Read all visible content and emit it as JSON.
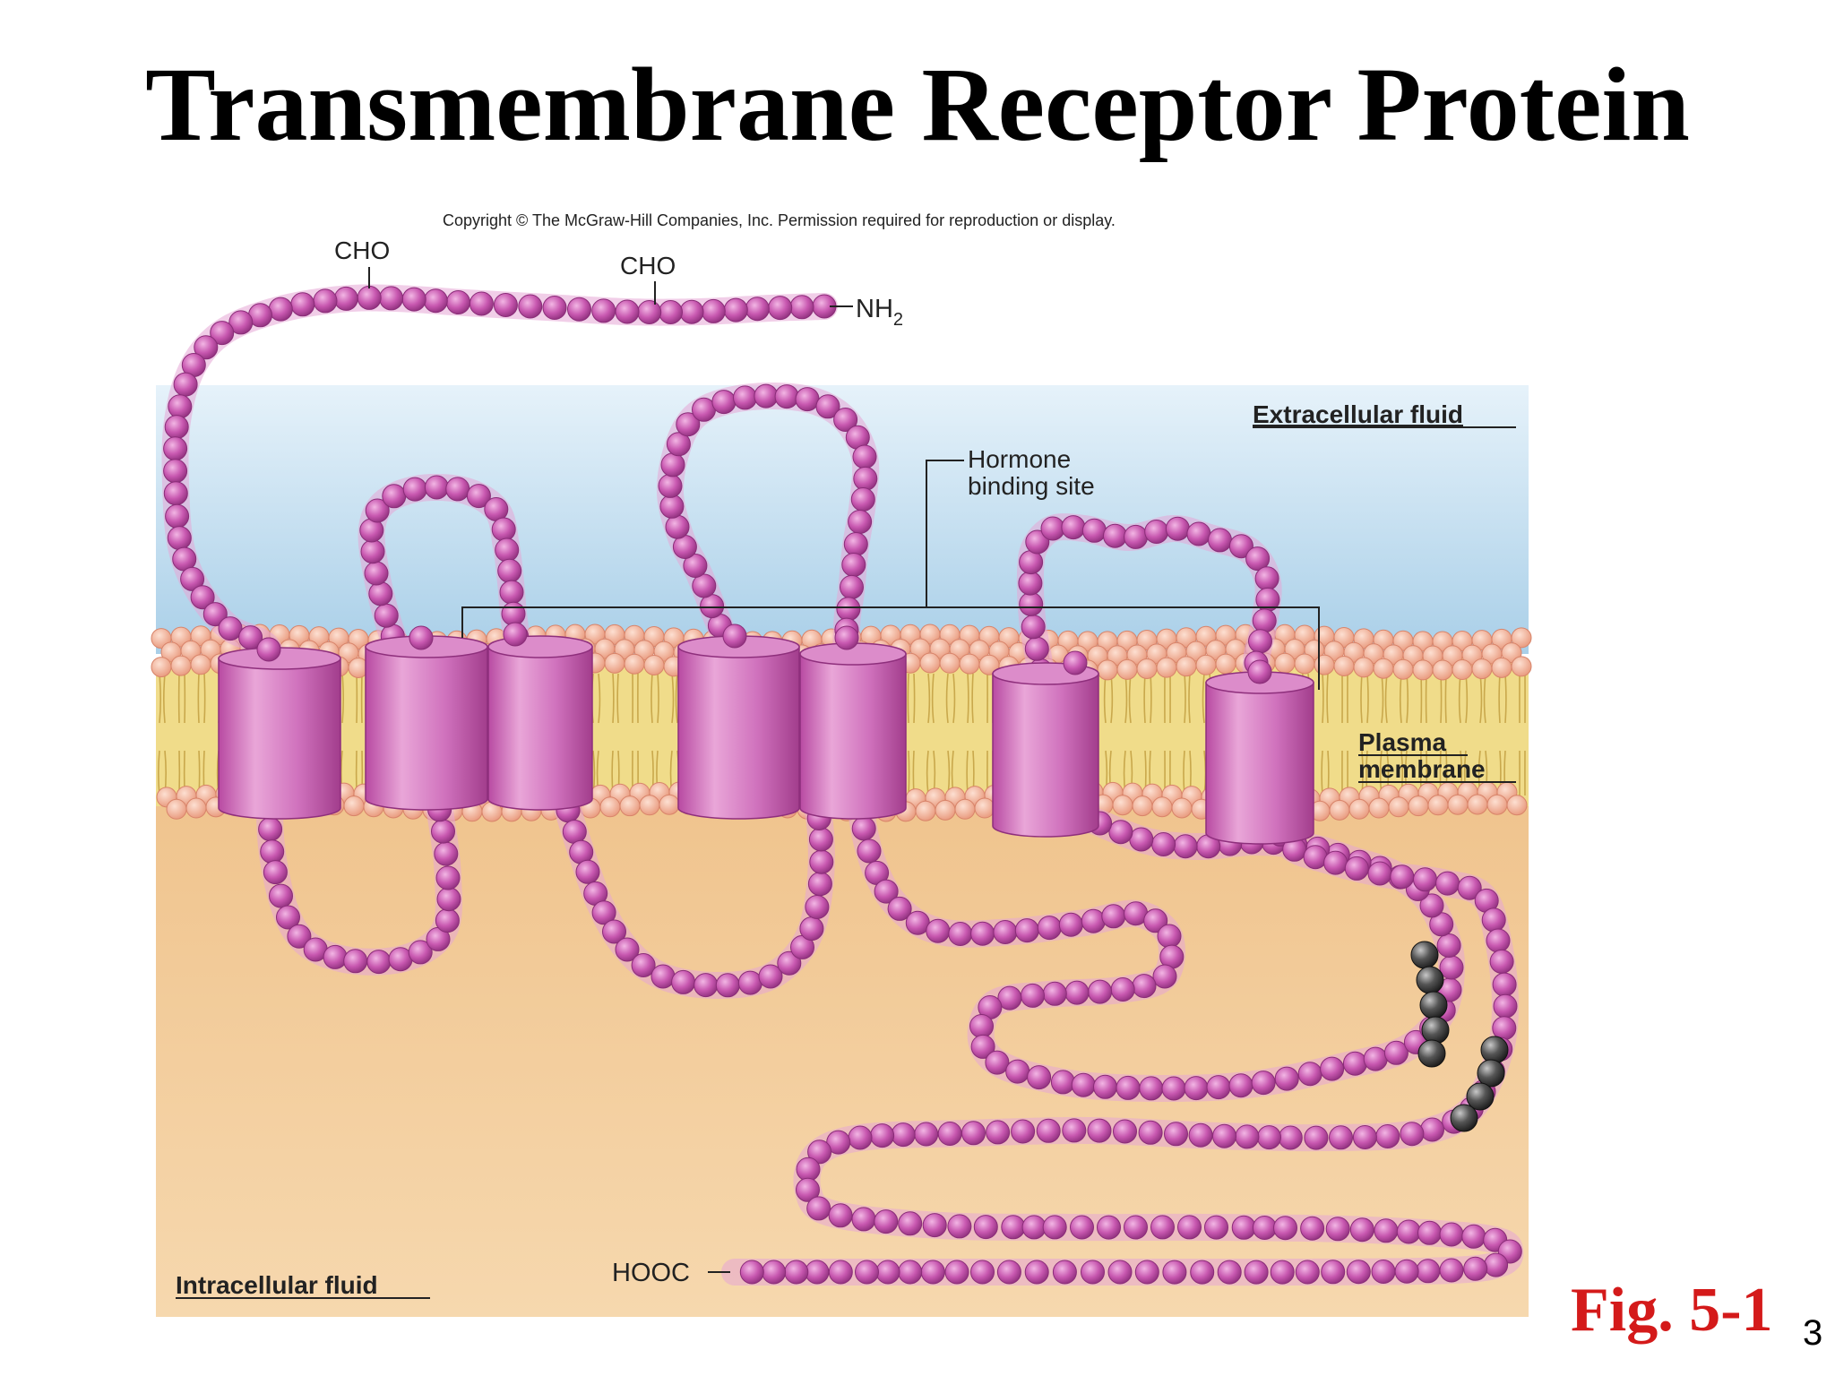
{
  "slide": {
    "title": "Transmembrane Receptor Protein",
    "figure_label": "Fig. 5-1",
    "page_number": "3"
  },
  "diagram": {
    "copyright": "Copyright © The McGraw-Hill Companies, Inc. Permission required for reproduction or display.",
    "labels": {
      "cho_1": "CHO",
      "cho_2": "CHO",
      "nh2_main": "NH",
      "nh2_sub": "2",
      "extracellular": "Extracellular fluid",
      "hormone_line1": "Hormone",
      "hormone_line2": "binding site",
      "plasma_line1": "Plasma",
      "plasma_line2": "membrane",
      "intracellular": "Intracellular fluid",
      "hooc": "HOOC"
    },
    "colors": {
      "residue": "#c858b0",
      "residue_dark": "#9a3a86",
      "phosphate": "#4a4a4a",
      "extracellular_top": "#bcd9ee",
      "intracellular": "#f2cc98",
      "lipid_tail": "#f0dc8a",
      "lipid_head": "#f3b8a0",
      "title_red": "#d41a1a"
    },
    "transmembrane_segments": 7,
    "phosphorylated_residues": 9
  }
}
